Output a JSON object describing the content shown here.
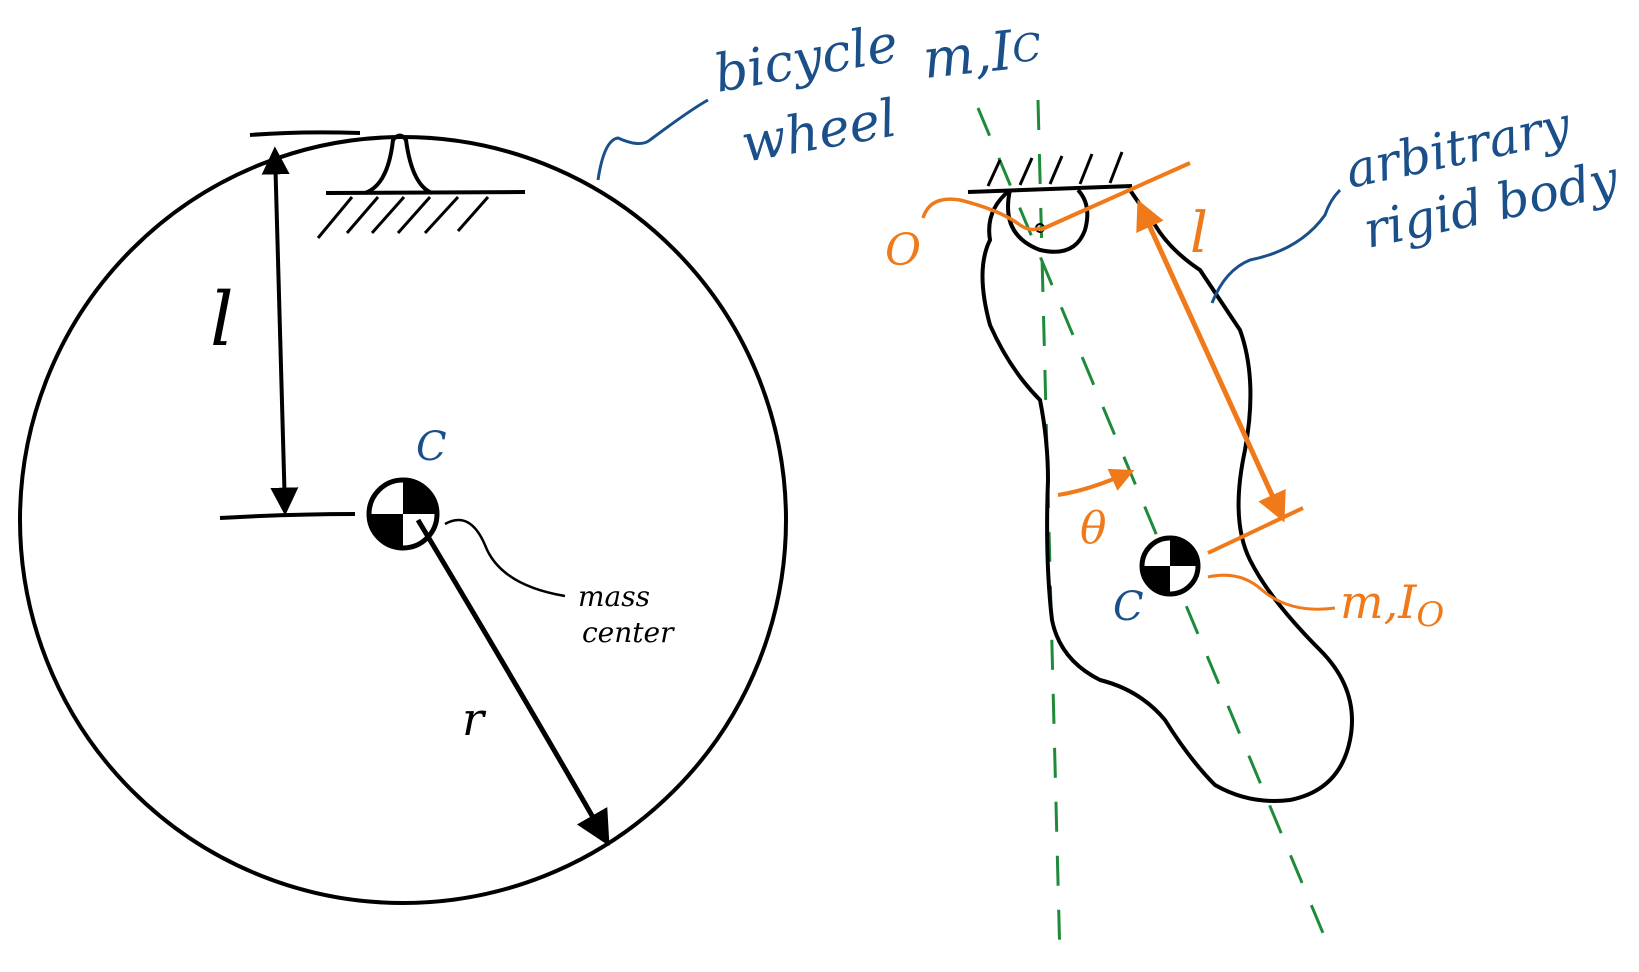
{
  "colors": {
    "black": "#000000",
    "blue": "#1a4f8a",
    "orange": "#f07a1a",
    "green": "#1e8a3a"
  },
  "wheel": {
    "label_line1": "bicycle",
    "label_line2": "wheel",
    "mass_inertia": "m,I",
    "inertia_subscript": "C",
    "length_label": "l",
    "center_label": "C",
    "mass_center_line1": "mass",
    "mass_center_line2": "center",
    "radius_label": "r"
  },
  "body": {
    "label_line1": "arbitrary",
    "label_line2": "rigid body",
    "pivot_label": "O",
    "length_label": "l",
    "angle_label": "θ",
    "center_label": "C",
    "mass_inertia": "m,I",
    "inertia_subscript": "O"
  }
}
